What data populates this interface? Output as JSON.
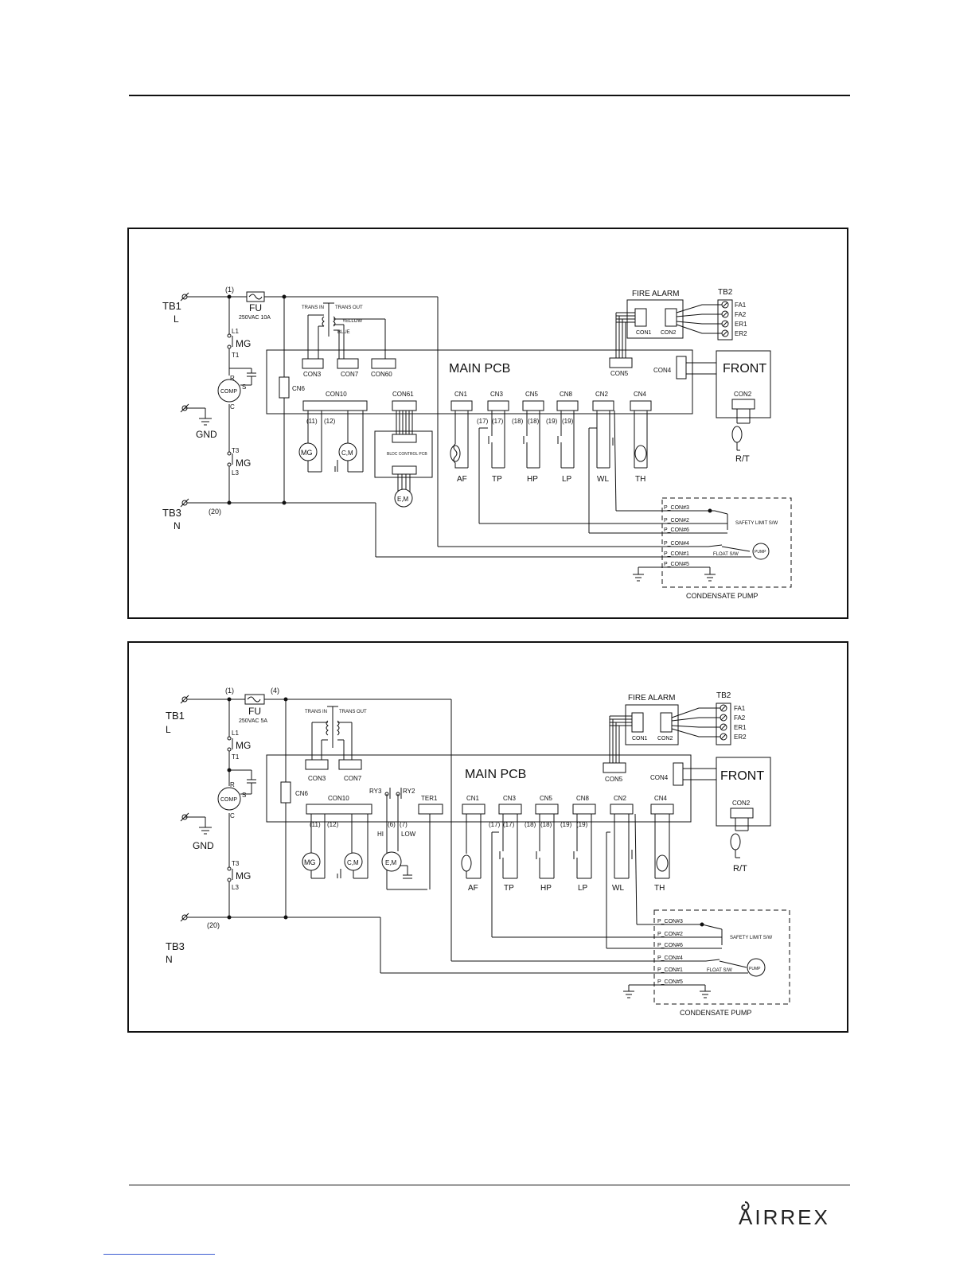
{
  "brand": "AIRREX",
  "diagrams": [
    {
      "tb1": "TB1",
      "tb1_sub": "L",
      "tb3": "TB3",
      "tb3_sub": "N",
      "gnd": "GND",
      "node1": "(1)",
      "node20": "(20)",
      "fu": "FU",
      "fu_rating": "250VAC 10A",
      "l1": "L1",
      "t1": "T1",
      "mg_top": "MG",
      "t3": "T3",
      "l3": "L3",
      "mg_bottom": "MG",
      "comp": "COMP",
      "r": "R",
      "s": "S",
      "c": "C",
      "trans_in": "TRANS IN",
      "trans_out": "TRANS OUT",
      "yellow": "YELLOW",
      "blue": "BLUE",
      "main_pcb": "MAIN PCB",
      "con3": "CON3",
      "con7": "CON7",
      "con60": "CON60",
      "cn6": "CN6",
      "con10": "CON10",
      "con61": "CON61",
      "n11": "(11)",
      "n12": "(12)",
      "mg_motor": "MG",
      "cm_motor": "C,M",
      "bldc": "BLDC CONTROL PCB",
      "em": "E,M",
      "connectors": [
        "CN1",
        "CN3",
        "CN5",
        "CN8",
        "CN2",
        "CN4"
      ],
      "sensors": [
        "AF",
        "TP",
        "HP",
        "LP",
        "WL",
        "TH"
      ],
      "n17a": "(17)",
      "n17b": "(17)",
      "n18a": "(18)",
      "n18b": "(18)",
      "n19a": "(19)",
      "n19b": "(19)",
      "fire_alarm": "FIRE ALARM",
      "fa_con1": "CON1",
      "fa_con2": "CON2",
      "tb2": "TB2",
      "tb2_pins": [
        "FA1",
        "FA2",
        "ER1",
        "ER2"
      ],
      "con5": "CON5",
      "con4": "CON4",
      "front": "FRONT",
      "front_con2": "CON2",
      "rt": "R/T",
      "p_cons": [
        "P_CON#3",
        "P_CON#2",
        "P_CON#6",
        "P_CON#4",
        "P_CON#1",
        "P_CON#5"
      ],
      "safety": "SAFETY LIMIT S/W",
      "float": "FLOAT S/W",
      "pump": "PUMP",
      "condensate": "CONDENSATE PUMP"
    },
    {
      "tb1": "TB1",
      "tb1_sub": "L",
      "tb3": "TB3",
      "tb3_sub": "N",
      "gnd": "GND",
      "node1": "(1)",
      "node4": "(4)",
      "node20": "(20)",
      "fu": "FU",
      "fu_rating": "250VAC 5A",
      "l1": "L1",
      "t1": "T1",
      "mg_top": "MG",
      "t3": "T3",
      "l3": "L3",
      "mg_bottom": "MG",
      "comp": "COMP",
      "r": "R",
      "s": "S",
      "c": "C",
      "trans_in": "TRANS IN",
      "trans_out": "TRANS OUT",
      "main_pcb": "MAIN PCB",
      "con3": "CON3",
      "con7": "CON7",
      "cn6": "CN6",
      "con10": "CON10",
      "ry3": "RY3",
      "ry2": "RY2",
      "ter1": "TER1",
      "n11": "(11)",
      "n12": "(12)",
      "n6": "(6)",
      "n7": "(7)",
      "hi": "HI",
      "low": "LOW",
      "mg_motor": "MG",
      "cm_motor": "C,M",
      "em": "E,M",
      "connectors": [
        "CN1",
        "CN3",
        "CN5",
        "CN8",
        "CN2",
        "CN4"
      ],
      "sensors": [
        "AF",
        "TP",
        "HP",
        "LP",
        "WL",
        "TH"
      ],
      "n17a": "(17)",
      "n17b": "(17)",
      "n18a": "(18)",
      "n18b": "(18)",
      "n19a": "(19)",
      "n19b": "(19)",
      "fire_alarm": "FIRE ALARM",
      "fa_con1": "CON1",
      "fa_con2": "CON2",
      "tb2": "TB2",
      "tb2_pins": [
        "FA1",
        "FA2",
        "ER1",
        "ER2"
      ],
      "con5": "CON5",
      "con4": "CON4",
      "front": "FRONT",
      "front_con2": "CON2",
      "rt": "R/T",
      "p_cons": [
        "P_CON#3",
        "P_CON#2",
        "P_CON#6",
        "P_CON#4",
        "P_CON#1",
        "P_CON#5"
      ],
      "safety": "SAFETY LIMIT S/W",
      "float": "FLOAT S/W",
      "pump": "PUMP",
      "condensate": "CONDENSATE PUMP"
    }
  ]
}
